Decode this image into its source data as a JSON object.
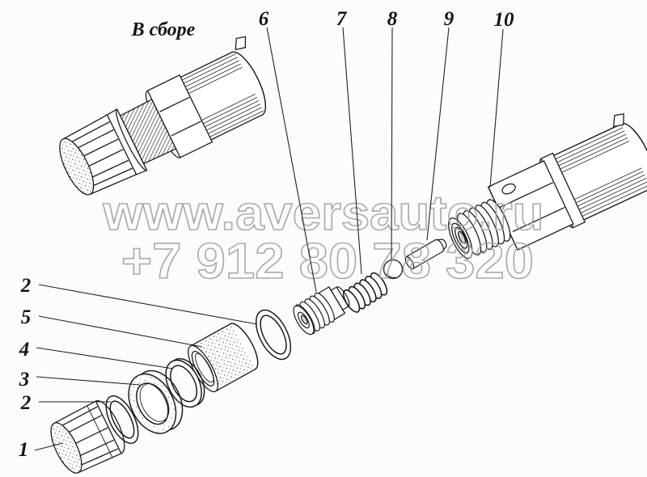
{
  "diagram": {
    "caption_assembled": "В сборе",
    "watermark": {
      "line1": "www.aversauto.ru",
      "line2": "+7 912 80 78 320",
      "color": "#9e9e9e"
    },
    "callouts": {
      "top": [
        {
          "label": "6"
        },
        {
          "label": "7"
        },
        {
          "label": "8"
        },
        {
          "label": "9"
        },
        {
          "label": "10"
        }
      ],
      "left": [
        {
          "label": "2"
        },
        {
          "label": "5"
        },
        {
          "label": "4"
        },
        {
          "label": "3"
        },
        {
          "label": "2"
        },
        {
          "label": "1"
        }
      ]
    },
    "colors": {
      "background": "#fcfcfc",
      "ink": "#1c1c1c"
    }
  }
}
